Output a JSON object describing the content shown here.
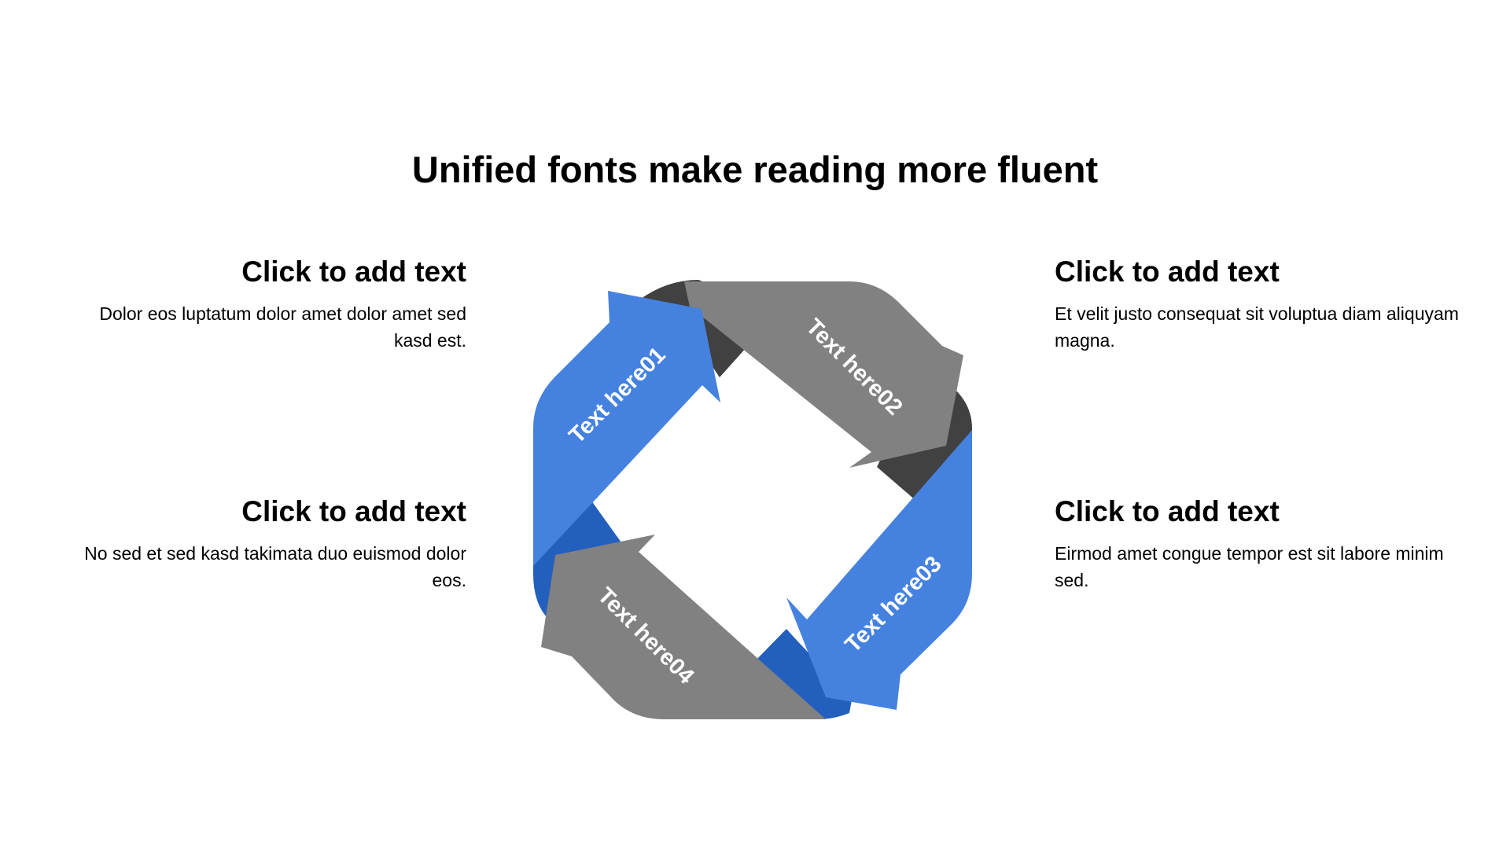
{
  "title": "Unified fonts make reading more fluent",
  "blocks": [
    {
      "heading": "Click to add text",
      "body": "Dolor eos luptatum dolor amet dolor amet sed kasd est."
    },
    {
      "heading": "Click to add text",
      "body": "Et velit justo consequat sit voluptua diam aliquyam magna."
    },
    {
      "heading": "Click to add text",
      "body": "No sed et sed kasd takimata duo euismod dolor eos."
    },
    {
      "heading": "Click to add text",
      "body": "Eirmod amet congue tempor est sit labore minim sed."
    }
  ],
  "cycle": {
    "segments": [
      {
        "label": "Text here01"
      },
      {
        "label": "Text here02"
      },
      {
        "label": "Text here03"
      },
      {
        "label": "Text here04"
      }
    ]
  },
  "colors": {
    "blue": "#4582df",
    "blue_dark": "#235fbc",
    "gray": "#818181",
    "gray_dark": "#414141",
    "text": "#000000",
    "label_text": "#ffffff"
  }
}
